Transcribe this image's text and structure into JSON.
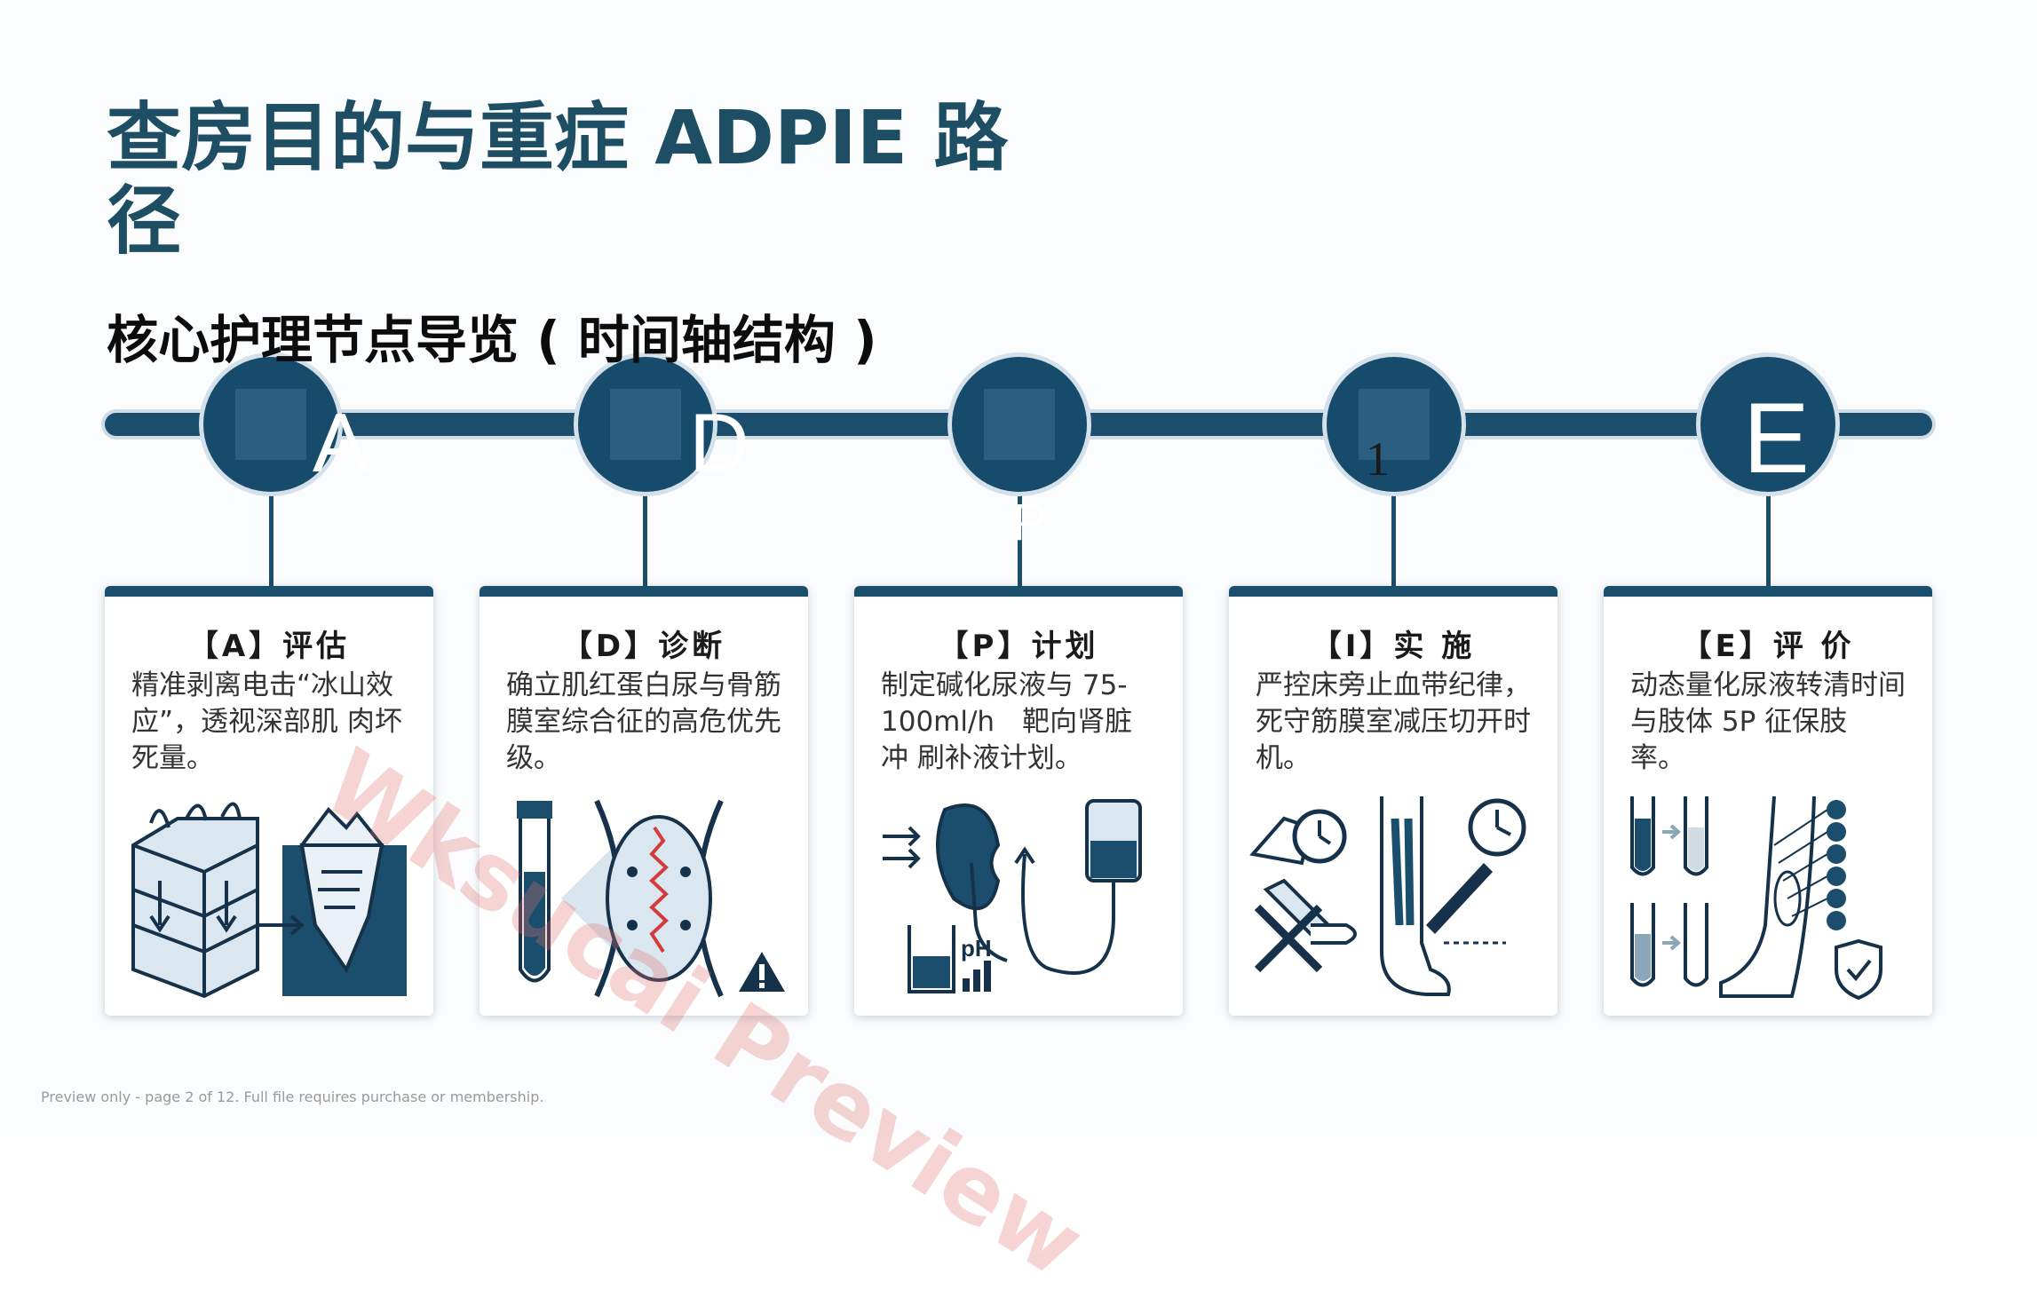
{
  "title": "查房目的与重症 ADPIE  路径",
  "subtitle": "核心护理节点导览 ( 时间轴结构 )",
  "nodes": [
    {
      "letter": "A"
    },
    {
      "letter": "D"
    },
    {
      "letter": "P"
    },
    {
      "letter": "1"
    },
    {
      "letter": "E"
    }
  ],
  "cards": [
    {
      "heading": "【A】评估",
      "body": "精准剥离电击“冰山效应”，透视深部肌 肉坏死量。",
      "icons": [
        "skin-layers-icon",
        "iceberg-icon"
      ]
    },
    {
      "heading": "【D】诊断",
      "body": "确立肌红蛋白尿与骨筋膜室综合征的高危优先级。",
      "icons": [
        "test-tube-icon",
        "compartment-icon",
        "warning-icon"
      ]
    },
    {
      "heading": "【P】计划",
      "body": "制定碱化尿液与 75-100ml/h　靶向肾脏冲 刷补液计划。",
      "icons": [
        "kidney-icon",
        "iv-bag-icon",
        "beaker-icon"
      ],
      "ph_label": "pH"
    },
    {
      "heading": "【I】实 施",
      "body": "严控床旁止血带纪律，死守筋膜室减压切开时机。",
      "icons": [
        "stopwatch-icon",
        "leg-icon",
        "clock-icon",
        "no-tourniquet-icon",
        "scalpel-icon"
      ]
    },
    {
      "heading": "【E】评 价",
      "body": "动态量化尿液转清时间与肢体 5P 征保肢 率。",
      "icons": [
        "tubes-icon",
        "leg-icon",
        "checklist-icon",
        "shield-icon"
      ]
    }
  ],
  "watermark": "Wksucai Preview",
  "footer": "Preview only - page 2 of 12. Full file requires purchase or membership.",
  "colors": {
    "title": "#1d4e63",
    "timeline": "#1b4e6c",
    "watermark": "#e27070"
  }
}
